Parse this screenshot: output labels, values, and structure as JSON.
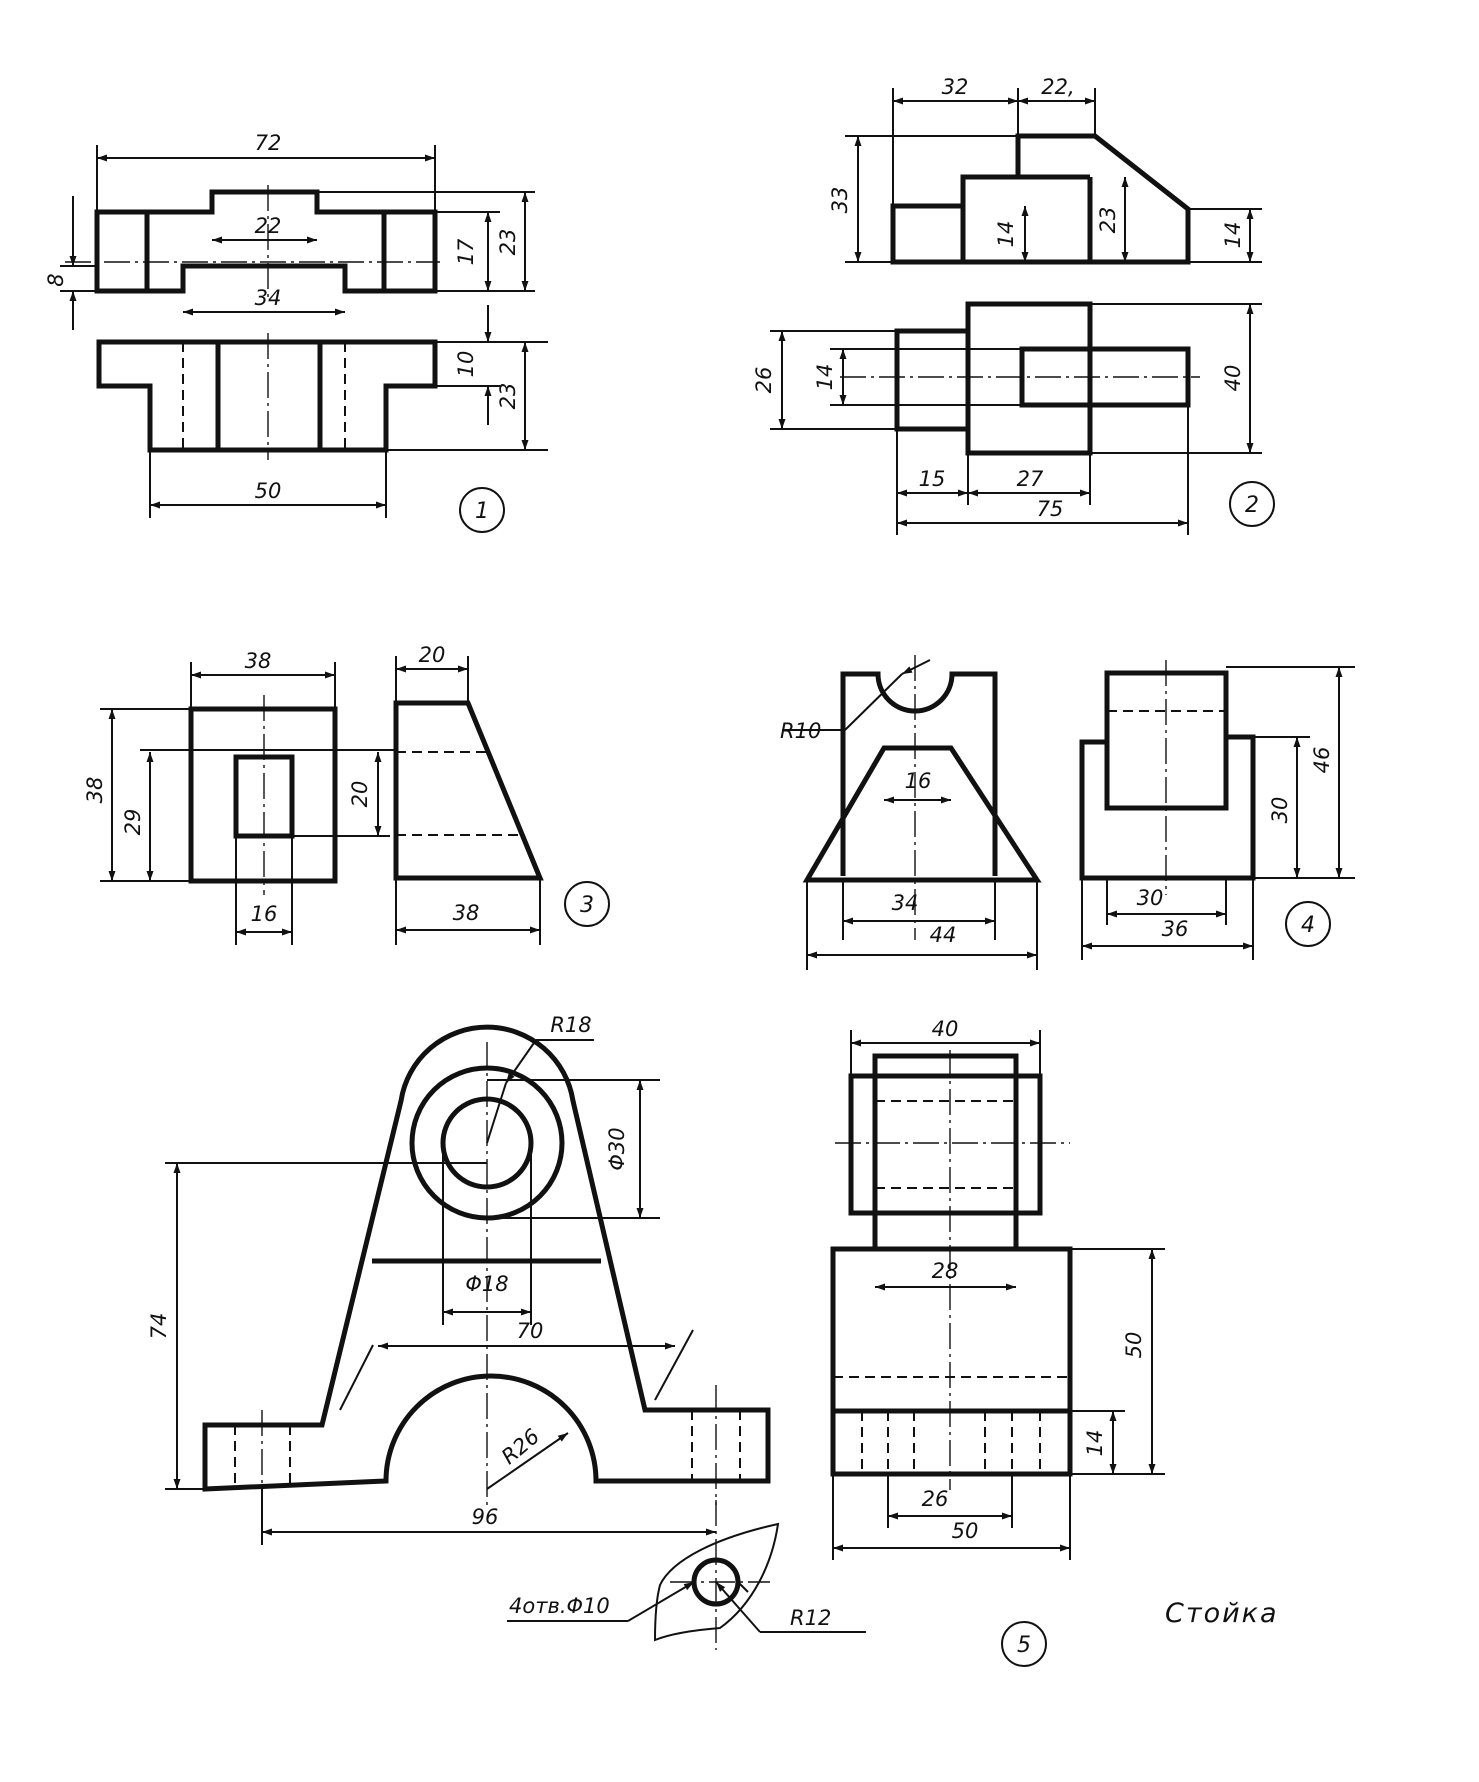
{
  "figures": [
    {
      "number": "1",
      "dims": {
        "w72": "72",
        "w22": "22",
        "w34": "34",
        "w50": "50",
        "h8": "8",
        "h17": "17",
        "h23a": "23",
        "h10": "10",
        "h23b": "23"
      }
    },
    {
      "number": "2",
      "dims": {
        "w32": "32",
        "w22": "22,",
        "h33": "33",
        "h14a": "14",
        "h23": "23",
        "h14b": "14",
        "h26": "26",
        "h14c": "14",
        "h40": "40",
        "w15": "15",
        "w27": "27",
        "w75": "75"
      }
    },
    {
      "number": "3",
      "dims": {
        "w38a": "38",
        "h38": "38",
        "h29": "29",
        "h20": "20",
        "w16": "16",
        "w20": "20",
        "w38b": "38"
      }
    },
    {
      "number": "4",
      "dims": {
        "r10": "R10",
        "w16": "16",
        "w34": "34",
        "w44": "44",
        "h46": "46",
        "h30": "30",
        "w30": "30",
        "w36": "36"
      }
    },
    {
      "number": "5",
      "dims": {
        "r18": "R18",
        "d30": "Φ30",
        "d18": "Φ18",
        "h74": "74",
        "w70": "70",
        "r26": "R26",
        "w96": "96",
        "holes": "4отв.Φ10",
        "r12": "R12",
        "w40": "40",
        "w28": "28",
        "h50": "50",
        "h14": "14",
        "w26": "26",
        "w50": "50"
      }
    }
  ],
  "caption": "Стойка"
}
